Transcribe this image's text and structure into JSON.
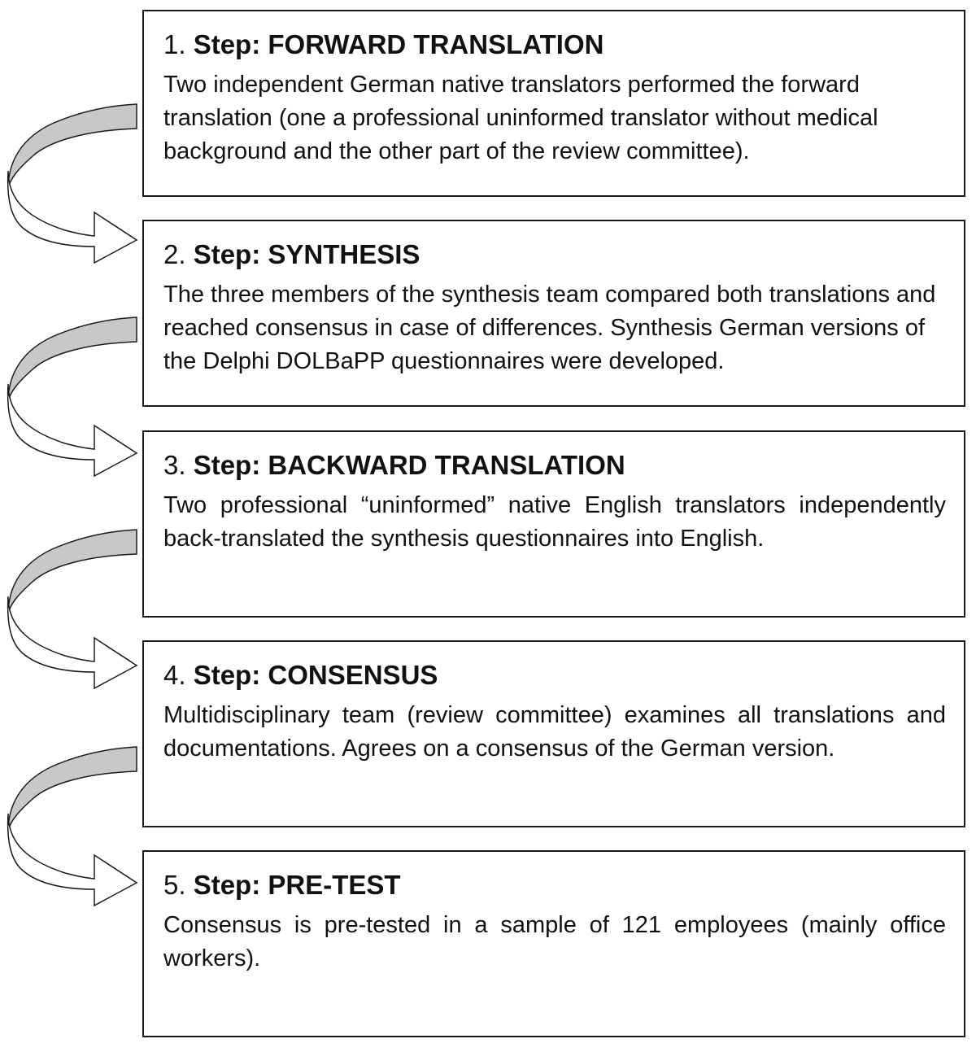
{
  "steps": [
    {
      "number": "1.",
      "label": "Step: FORWARD TRANSLATION",
      "description": "Two independent German native translators performed the forward translation (one a professional uninformed translator without medical background and the other part of the review committee)."
    },
    {
      "number": "2.",
      "label": "Step: SYNTHESIS",
      "description": "The three members of the synthesis team compared both translations and reached consensus in case of differences. Synthesis German versions of the Delphi DOLBaPP questionnaires were developed."
    },
    {
      "number": "3.",
      "label": "Step: BACKWARD TRANSLATION",
      "description": "Two professional “uninformed” native English translators independently back-translated the synthesis questionnaires into English."
    },
    {
      "number": "4.",
      "label": "Step: CONSENSUS",
      "description": "Multidisciplinary team (review committee) examines all translations and documentations. Agrees on a consensus of the German version."
    },
    {
      "number": "5.",
      "label": "Step: PRE-TEST",
      "description": "Consensus is pre-tested in a sample of 121 employees (mainly office workers)."
    }
  ],
  "colors": {
    "arrow_fill_top": "#c8c8c8",
    "arrow_fill_bottom": "#ffffff",
    "stroke": "#1a1a1a"
  }
}
